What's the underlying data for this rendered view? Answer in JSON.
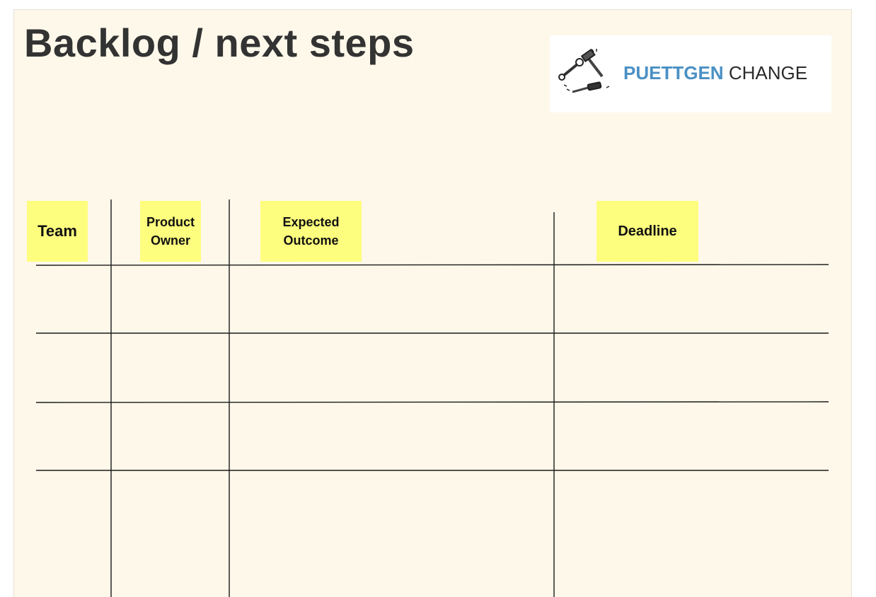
{
  "board": {
    "title": "Backlog / next steps",
    "background_color": "#fef8ea",
    "sticky_color": "#fefe7e"
  },
  "logo": {
    "brand_part1": "PUETTGEN",
    "brand_part2": "CHANGE",
    "brand_color": "#4a90c4",
    "icon": "tools-icon"
  },
  "columns": [
    {
      "label": "Team"
    },
    {
      "label": "Product\nOwner"
    },
    {
      "label": "Expected\nOutcome"
    },
    {
      "label": "Deadline"
    }
  ],
  "rows": [
    {
      "team": "",
      "product_owner": "",
      "expected_outcome": "",
      "deadline": ""
    },
    {
      "team": "",
      "product_owner": "",
      "expected_outcome": "",
      "deadline": ""
    },
    {
      "team": "",
      "product_owner": "",
      "expected_outcome": "",
      "deadline": ""
    },
    {
      "team": "",
      "product_owner": "",
      "expected_outcome": "",
      "deadline": ""
    }
  ]
}
